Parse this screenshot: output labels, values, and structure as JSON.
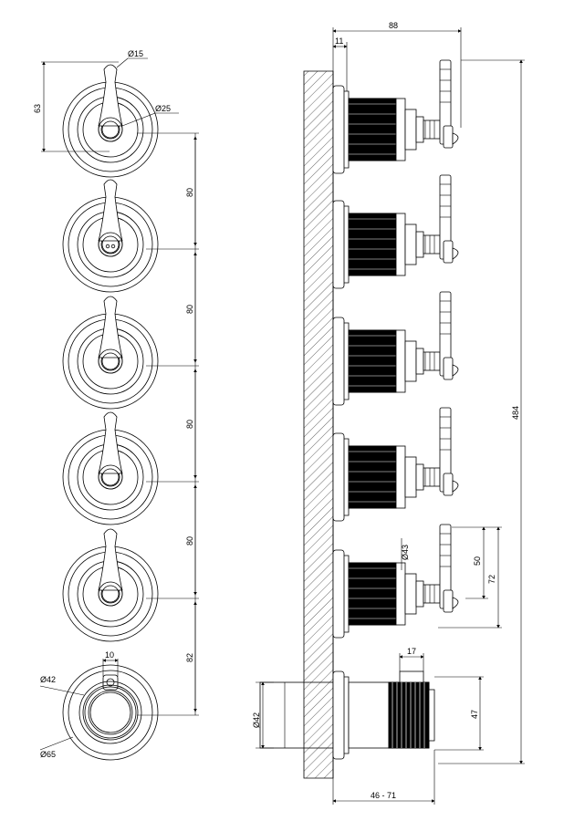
{
  "front_view": {
    "labels": {
      "handle_tip_diameter": "Ø15",
      "handle_height": "63",
      "knob_diameter": "Ø25",
      "spacing_1": "80",
      "spacing_2": "80",
      "spacing_3": "80",
      "spacing_4": "80",
      "bottom_offset": "82",
      "diverter_width": "10",
      "inner_diameter": "Ø42",
      "rosette_diameter": "Ø65"
    }
  },
  "side_view": {
    "labels": {
      "total_depth": "88",
      "wall_offset": "11",
      "total_height": "484",
      "cap_diameter": "Ø43",
      "lever_height": "50",
      "lever_span": "72",
      "sleeve_width": "17",
      "sleeve_height": "47",
      "body_diameter": "Ø42",
      "install_depth": "46 - 71"
    }
  }
}
